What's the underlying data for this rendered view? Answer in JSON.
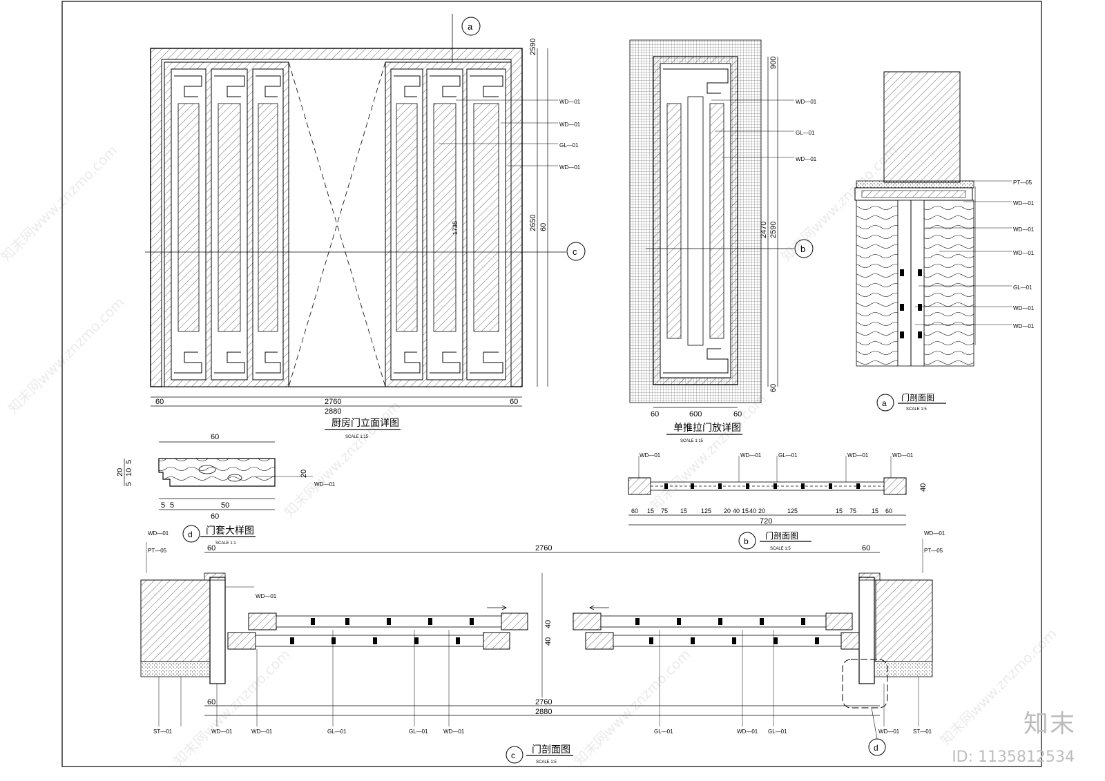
{
  "views": {
    "kitchen_elevation": {
      "title": "厨房门立面详图",
      "scale": "SCALE  1:15",
      "dims": [
        "60",
        "2760",
        "2880",
        "60",
        "2590",
        "2650",
        "60",
        "1735"
      ]
    },
    "single_slide": {
      "title": "单推拉门放详图",
      "scale": "SCALE  1:15",
      "dims": [
        "60",
        "600",
        "60",
        "900",
        "2590",
        "2470",
        "60"
      ]
    },
    "casing_detail": {
      "title": "门套大样图",
      "scale": "SCALE  1:1",
      "dims": [
        "60",
        "5",
        "5",
        "50",
        "60",
        "20",
        "5",
        "10",
        "5",
        "20"
      ]
    },
    "section_a": {
      "title": "门剖面图",
      "scale": "SCALE  1:5",
      "symbol": "a"
    },
    "section_b": {
      "title": "门剖面图",
      "scale": "SCALE  1:5",
      "symbol": "b",
      "dims": [
        "60",
        "15",
        "75",
        "15",
        "125",
        "20",
        "40",
        "15",
        "40",
        "20",
        "125",
        "15",
        "75",
        "15",
        "60",
        "720",
        "40"
      ]
    },
    "section_c": {
      "title": "门剖面图",
      "scale": "SCALE  1:5",
      "symbol": "c",
      "dims": [
        "2760",
        "60",
        "60",
        "2760",
        "2880",
        "60",
        "40",
        "40"
      ]
    },
    "detail_d": {
      "symbol": "d"
    }
  },
  "tags": {
    "wd": "WD—01",
    "gl": "GL—01",
    "pt": "PT—05",
    "st": "ST—01"
  },
  "markers": {
    "a": "a",
    "b": "b",
    "c": "c",
    "d": "d"
  },
  "footer": {
    "brand": "知末",
    "id": "ID: 1135812534"
  },
  "watermark": "知末网www.znzmo.com"
}
